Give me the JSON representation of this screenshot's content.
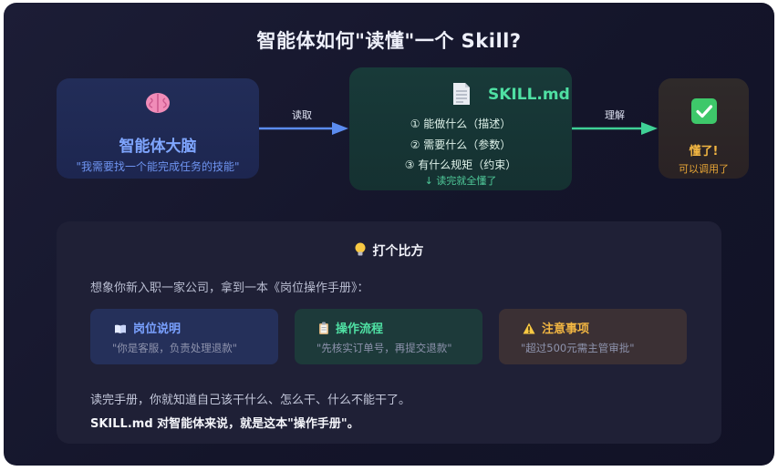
{
  "title": "智能体如何\"读懂\"一个 Skill?",
  "brain": {
    "icon": "brain-icon",
    "title": "智能体大脑",
    "subtitle": "\"我需要找一个能完成任务的技能\""
  },
  "arrow_read": {
    "label": "读取"
  },
  "skill": {
    "icon": "document-icon",
    "name": "SKILL.md",
    "lines": [
      "① 能做什么（描述）",
      "② 需要什么（参数）",
      "③ 有什么规矩（约束）"
    ],
    "footer": "↓ 读完就全懂了"
  },
  "arrow_understand": {
    "label": "理解"
  },
  "done": {
    "icon": "check-icon",
    "title": "懂了!",
    "subtitle": "可以调用了"
  },
  "analogy": {
    "icon": "lightbulb-icon",
    "heading": "打个比方",
    "intro": "想象你新入职一家公司，拿到一本《岗位操作手册》：",
    "cards": [
      {
        "icon": "book-icon",
        "title": "岗位说明",
        "text": "\"你是客服，负责处理退款\""
      },
      {
        "icon": "clipboard-icon",
        "title": "操作流程",
        "text": "\"先核实订单号，再提交退款\""
      },
      {
        "icon": "warning-icon",
        "title": "注意事项",
        "text": "\"超过500元需主管审批\""
      }
    ],
    "outro": "读完手册，你就知道自己该干什么、怎么干、什么不能干了。",
    "conclusion": "SKILL.md 对智能体来说，就是这本\"操作手册\"。"
  },
  "colors": {
    "background": "#15162b",
    "brain_accent": "#7fa6ff",
    "skill_accent": "#4fe0a3",
    "done_accent": "#f2b642",
    "arrow_read": "#5b8cf0",
    "arrow_understand": "#3fd096"
  }
}
